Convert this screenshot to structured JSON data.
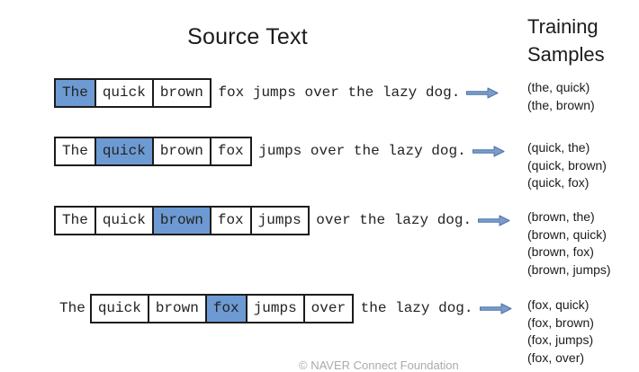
{
  "title": "Source Text",
  "header": {
    "line1": "Training",
    "line2": "Samples"
  },
  "footer": "© NAVER Connect Foundation",
  "colors": {
    "highlight_blue": "#6D9AD3",
    "box_border": "#1c1c1c",
    "arrow_fill": "#7B9CCB",
    "arrow_stroke": "#4B74A9",
    "footer_gray": "#ABABAB"
  },
  "icons": {
    "arrow": "right-block-arrow"
  },
  "rows": [
    {
      "tokens": [
        {
          "text": "The",
          "boxed": true,
          "highlighted": true
        },
        {
          "text": "quick",
          "boxed": true,
          "highlighted": false
        },
        {
          "text": "brown",
          "boxed": true,
          "highlighted": false
        },
        {
          "text": " fox jumps over the lazy dog.",
          "boxed": false,
          "highlighted": false
        }
      ],
      "samples": [
        "(the, quick)",
        "(the, brown)"
      ]
    },
    {
      "tokens": [
        {
          "text": "The",
          "boxed": true,
          "highlighted": false
        },
        {
          "text": "quick",
          "boxed": true,
          "highlighted": true
        },
        {
          "text": "brown",
          "boxed": true,
          "highlighted": false
        },
        {
          "text": "fox",
          "boxed": true,
          "highlighted": false
        },
        {
          "text": " jumps over the lazy dog.",
          "boxed": false,
          "highlighted": false
        }
      ],
      "samples": [
        "(quick, the)",
        "(quick, brown)",
        "(quick, fox)"
      ]
    },
    {
      "tokens": [
        {
          "text": "The",
          "boxed": true,
          "highlighted": false
        },
        {
          "text": "quick",
          "boxed": true,
          "highlighted": false
        },
        {
          "text": "brown",
          "boxed": true,
          "highlighted": true
        },
        {
          "text": "fox",
          "boxed": true,
          "highlighted": false
        },
        {
          "text": "jumps",
          "boxed": true,
          "highlighted": false
        },
        {
          "text": " over the lazy dog.",
          "boxed": false,
          "highlighted": false
        }
      ],
      "samples": [
        "(brown, the)",
        "(brown, quick)",
        "(brown, fox)",
        "(brown, jumps)"
      ]
    },
    {
      "tokens": [
        {
          "text": "The",
          "boxed": false,
          "highlighted": false
        },
        {
          "text": "quick",
          "boxed": true,
          "highlighted": false
        },
        {
          "text": "brown",
          "boxed": true,
          "highlighted": false
        },
        {
          "text": "fox",
          "boxed": true,
          "highlighted": true
        },
        {
          "text": "jumps",
          "boxed": true,
          "highlighted": false
        },
        {
          "text": "over",
          "boxed": true,
          "highlighted": false
        },
        {
          "text": " the lazy dog.",
          "boxed": false,
          "highlighted": false
        }
      ],
      "samples": [
        "(fox, quick)",
        "(fox, brown)",
        "(fox, jumps)",
        "(fox, over)"
      ]
    }
  ]
}
